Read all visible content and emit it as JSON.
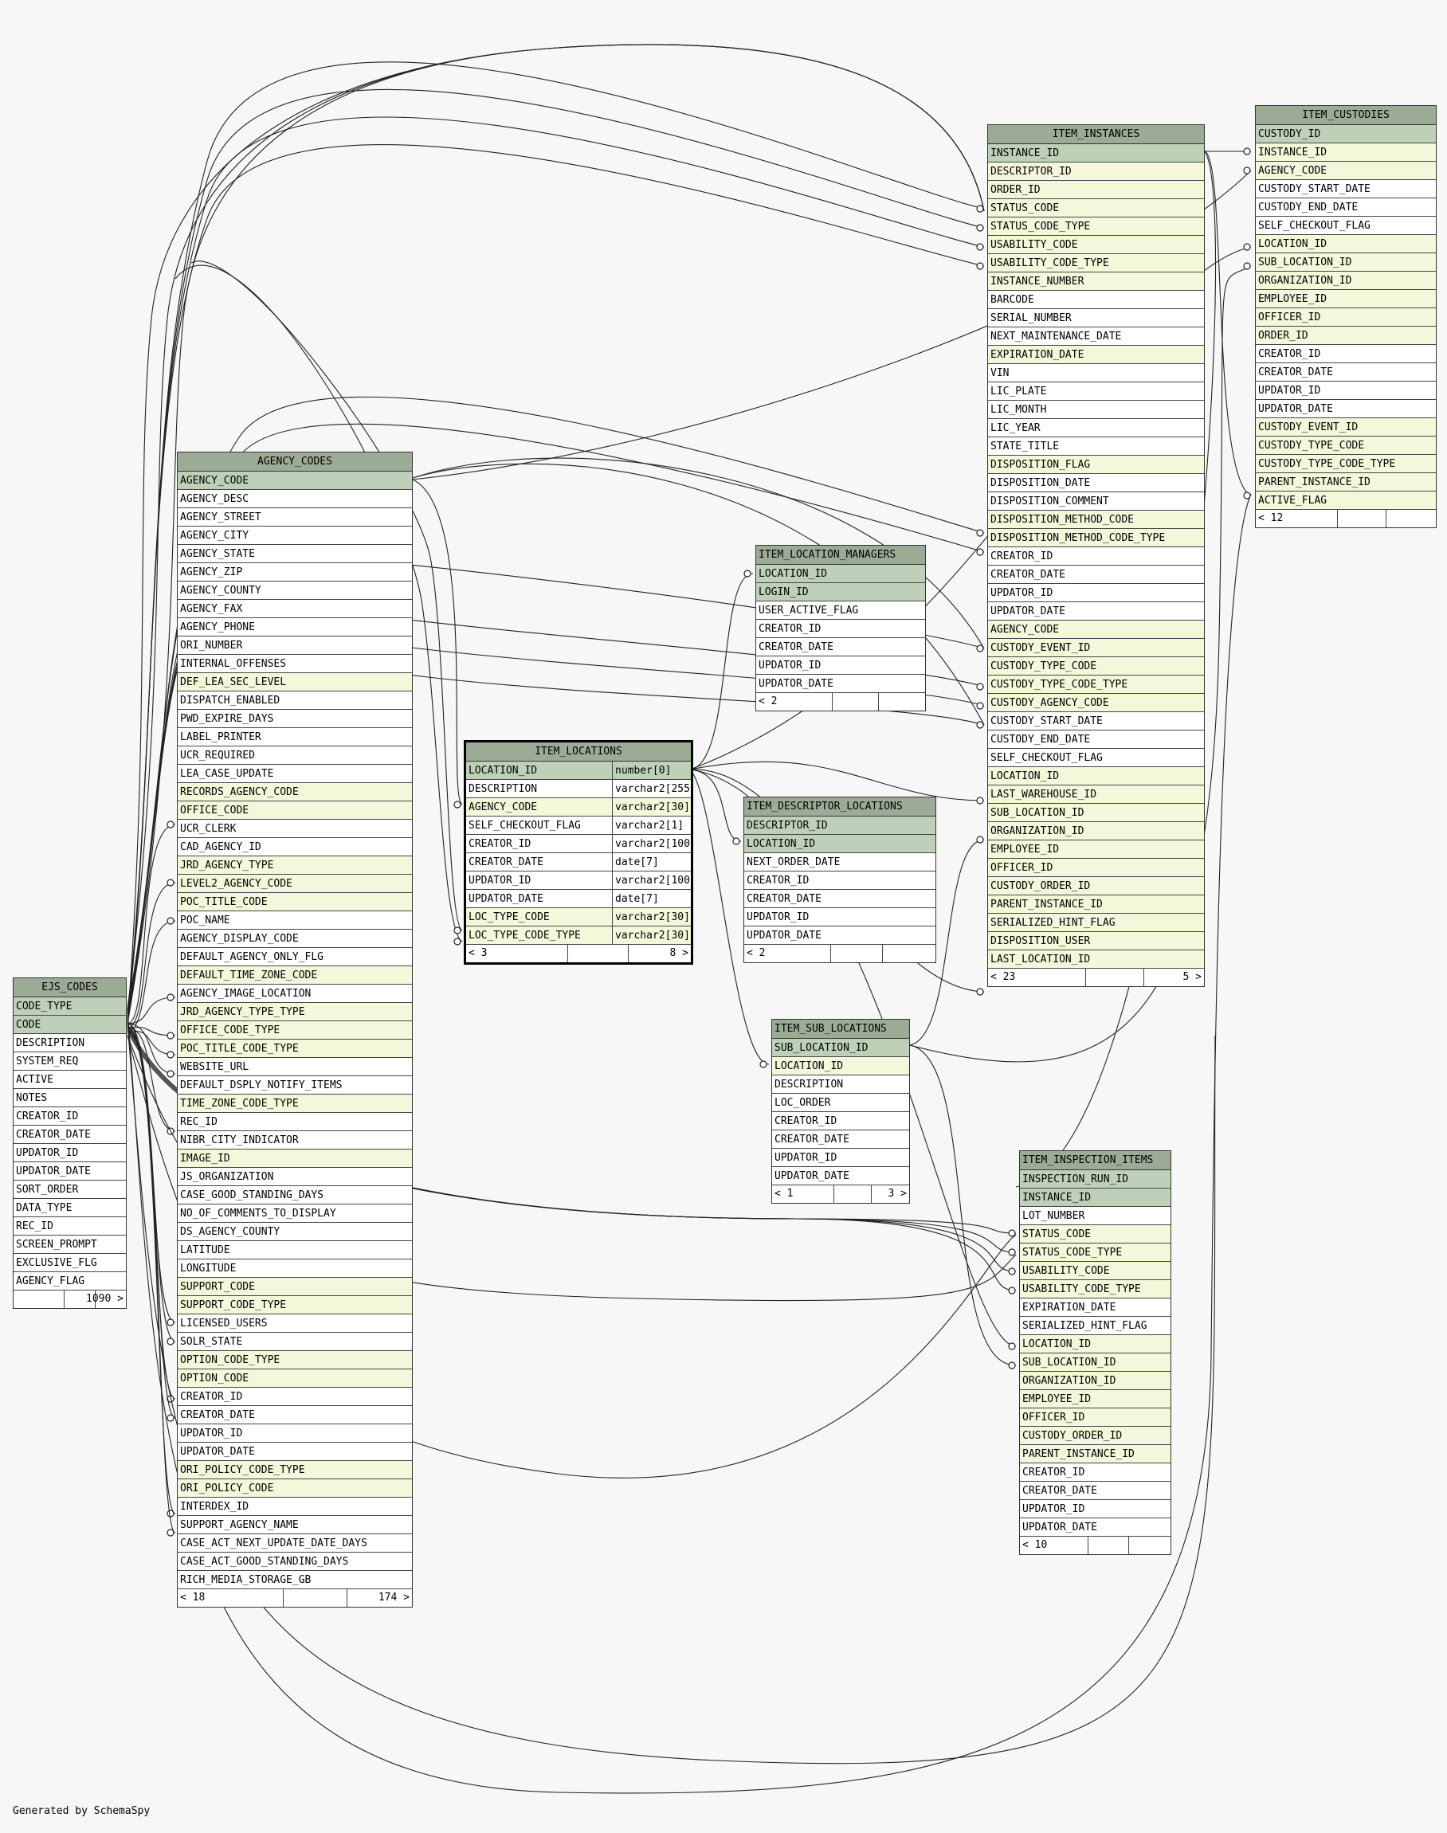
{
  "credit": "Generated by SchemaSpy",
  "tables": {
    "ejs_codes": {
      "title": "EJS_CODES",
      "columns": [
        {
          "name": "CODE_TYPE",
          "kind": "pk"
        },
        {
          "name": "CODE",
          "kind": "pk"
        },
        {
          "name": "DESCRIPTION",
          "kind": "plain"
        },
        {
          "name": "SYSTEM_REQ",
          "kind": "plain"
        },
        {
          "name": "ACTIVE",
          "kind": "plain"
        },
        {
          "name": "NOTES",
          "kind": "plain"
        },
        {
          "name": "CREATOR_ID",
          "kind": "plain"
        },
        {
          "name": "CREATOR_DATE",
          "kind": "plain"
        },
        {
          "name": "UPDATOR_ID",
          "kind": "plain"
        },
        {
          "name": "UPDATOR_DATE",
          "kind": "plain"
        },
        {
          "name": "SORT_ORDER",
          "kind": "plain"
        },
        {
          "name": "DATA_TYPE",
          "kind": "plain"
        },
        {
          "name": "REC_ID",
          "kind": "plain"
        },
        {
          "name": "SCREEN_PROMPT",
          "kind": "plain"
        },
        {
          "name": "EXCLUSIVE_FLG",
          "kind": "plain"
        },
        {
          "name": "AGENCY_FLAG",
          "kind": "plain"
        }
      ],
      "footer_left": "",
      "footer_right": "1090 >"
    },
    "agency_codes": {
      "title": "AGENCY_CODES",
      "columns": [
        {
          "name": "AGENCY_CODE",
          "kind": "pk"
        },
        {
          "name": "AGENCY_DESC",
          "kind": "plain"
        },
        {
          "name": "AGENCY_STREET",
          "kind": "plain"
        },
        {
          "name": "AGENCY_CITY",
          "kind": "plain"
        },
        {
          "name": "AGENCY_STATE",
          "kind": "plain"
        },
        {
          "name": "AGENCY_ZIP",
          "kind": "plain"
        },
        {
          "name": "AGENCY_COUNTY",
          "kind": "plain"
        },
        {
          "name": "AGENCY_FAX",
          "kind": "plain"
        },
        {
          "name": "AGENCY_PHONE",
          "kind": "plain"
        },
        {
          "name": "ORI_NUMBER",
          "kind": "plain"
        },
        {
          "name": "INTERNAL_OFFENSES",
          "kind": "plain"
        },
        {
          "name": "DEF_LEA_SEC_LEVEL",
          "kind": "fk"
        },
        {
          "name": "DISPATCH_ENABLED",
          "kind": "plain"
        },
        {
          "name": "PWD_EXPIRE_DAYS",
          "kind": "plain"
        },
        {
          "name": "LABEL_PRINTER",
          "kind": "plain"
        },
        {
          "name": "UCR_REQUIRED",
          "kind": "plain"
        },
        {
          "name": "LEA_CASE_UPDATE",
          "kind": "plain"
        },
        {
          "name": "RECORDS_AGENCY_CODE",
          "kind": "fk"
        },
        {
          "name": "OFFICE_CODE",
          "kind": "fk"
        },
        {
          "name": "UCR_CLERK",
          "kind": "plain"
        },
        {
          "name": "CAD_AGENCY_ID",
          "kind": "plain"
        },
        {
          "name": "JRD_AGENCY_TYPE",
          "kind": "fk"
        },
        {
          "name": "LEVEL2_AGENCY_CODE",
          "kind": "fk"
        },
        {
          "name": "POC_TITLE_CODE",
          "kind": "fk"
        },
        {
          "name": "POC_NAME",
          "kind": "plain"
        },
        {
          "name": "AGENCY_DISPLAY_CODE",
          "kind": "plain"
        },
        {
          "name": "DEFAULT_AGENCY_ONLY_FLG",
          "kind": "plain"
        },
        {
          "name": "DEFAULT_TIME_ZONE_CODE",
          "kind": "fk"
        },
        {
          "name": "AGENCY_IMAGE_LOCATION",
          "kind": "plain"
        },
        {
          "name": "JRD_AGENCY_TYPE_TYPE",
          "kind": "fk"
        },
        {
          "name": "OFFICE_CODE_TYPE",
          "kind": "fk"
        },
        {
          "name": "POC_TITLE_CODE_TYPE",
          "kind": "fk"
        },
        {
          "name": "WEBSITE_URL",
          "kind": "plain"
        },
        {
          "name": "DEFAULT_DSPLY_NOTIFY_ITEMS",
          "kind": "plain"
        },
        {
          "name": "TIME_ZONE_CODE_TYPE",
          "kind": "fk"
        },
        {
          "name": "REC_ID",
          "kind": "plain"
        },
        {
          "name": "NIBR_CITY_INDICATOR",
          "kind": "plain"
        },
        {
          "name": "IMAGE_ID",
          "kind": "fk"
        },
        {
          "name": "JS_ORGANIZATION",
          "kind": "plain"
        },
        {
          "name": "CASE_GOOD_STANDING_DAYS",
          "kind": "plain"
        },
        {
          "name": "NO_OF_COMMENTS_TO_DISPLAY",
          "kind": "plain"
        },
        {
          "name": "DS_AGENCY_COUNTY",
          "kind": "plain"
        },
        {
          "name": "LATITUDE",
          "kind": "plain"
        },
        {
          "name": "LONGITUDE",
          "kind": "plain"
        },
        {
          "name": "SUPPORT_CODE",
          "kind": "fk"
        },
        {
          "name": "SUPPORT_CODE_TYPE",
          "kind": "fk"
        },
        {
          "name": "LICENSED_USERS",
          "kind": "plain"
        },
        {
          "name": "SOLR_STATE",
          "kind": "plain"
        },
        {
          "name": "OPTION_CODE_TYPE",
          "kind": "fk"
        },
        {
          "name": "OPTION_CODE",
          "kind": "fk"
        },
        {
          "name": "CREATOR_ID",
          "kind": "plain"
        },
        {
          "name": "CREATOR_DATE",
          "kind": "plain"
        },
        {
          "name": "UPDATOR_ID",
          "kind": "plain"
        },
        {
          "name": "UPDATOR_DATE",
          "kind": "plain"
        },
        {
          "name": "ORI_POLICY_CODE_TYPE",
          "kind": "fk"
        },
        {
          "name": "ORI_POLICY_CODE",
          "kind": "fk"
        },
        {
          "name": "INTERDEX_ID",
          "kind": "plain"
        },
        {
          "name": "SUPPORT_AGENCY_NAME",
          "kind": "plain"
        },
        {
          "name": "CASE_ACT_NEXT_UPDATE_DATE_DAYS",
          "kind": "plain"
        },
        {
          "name": "CASE_ACT_GOOD_STANDING_DAYS",
          "kind": "plain"
        },
        {
          "name": "RICH_MEDIA_STORAGE_GB",
          "kind": "plain"
        }
      ],
      "footer_left": "< 18",
      "footer_right": "174 >"
    },
    "item_locations": {
      "title": "ITEM_LOCATIONS",
      "columns": [
        {
          "name": "LOCATION_ID",
          "kind": "pk",
          "type": "number[0]"
        },
        {
          "name": "DESCRIPTION",
          "kind": "plain",
          "type": "varchar2[255]"
        },
        {
          "name": "AGENCY_CODE",
          "kind": "fk",
          "type": "varchar2[30]"
        },
        {
          "name": "SELF_CHECKOUT_FLAG",
          "kind": "plain",
          "type": "varchar2[1]"
        },
        {
          "name": "CREATOR_ID",
          "kind": "plain",
          "type": "varchar2[100]"
        },
        {
          "name": "CREATOR_DATE",
          "kind": "plain",
          "type": "date[7]"
        },
        {
          "name": "UPDATOR_ID",
          "kind": "plain",
          "type": "varchar2[100]"
        },
        {
          "name": "UPDATOR_DATE",
          "kind": "plain",
          "type": "date[7]"
        },
        {
          "name": "LOC_TYPE_CODE",
          "kind": "fk",
          "type": "varchar2[30]"
        },
        {
          "name": "LOC_TYPE_CODE_TYPE",
          "kind": "fk",
          "type": "varchar2[30]"
        }
      ],
      "footer_left": "< 3",
      "footer_right": "8 >"
    },
    "item_location_managers": {
      "title": "ITEM_LOCATION_MANAGERS",
      "columns": [
        {
          "name": "LOCATION_ID",
          "kind": "pk"
        },
        {
          "name": "LOGIN_ID",
          "kind": "pk"
        },
        {
          "name": "USER_ACTIVE_FLAG",
          "kind": "plain"
        },
        {
          "name": "CREATOR_ID",
          "kind": "plain"
        },
        {
          "name": "CREATOR_DATE",
          "kind": "plain"
        },
        {
          "name": "UPDATOR_ID",
          "kind": "plain"
        },
        {
          "name": "UPDATOR_DATE",
          "kind": "plain"
        }
      ],
      "footer_left": "< 2",
      "footer_right": ""
    },
    "item_descriptor_locations": {
      "title": "ITEM_DESCRIPTOR_LOCATIONS",
      "columns": [
        {
          "name": "DESCRIPTOR_ID",
          "kind": "pk"
        },
        {
          "name": "LOCATION_ID",
          "kind": "pk"
        },
        {
          "name": "NEXT_ORDER_DATE",
          "kind": "plain"
        },
        {
          "name": "CREATOR_ID",
          "kind": "plain"
        },
        {
          "name": "CREATOR_DATE",
          "kind": "plain"
        },
        {
          "name": "UPDATOR_ID",
          "kind": "plain"
        },
        {
          "name": "UPDATOR_DATE",
          "kind": "plain"
        }
      ],
      "footer_left": "< 2",
      "footer_right": ""
    },
    "item_sub_locations": {
      "title": "ITEM_SUB_LOCATIONS",
      "columns": [
        {
          "name": "SUB_LOCATION_ID",
          "kind": "pk"
        },
        {
          "name": "LOCATION_ID",
          "kind": "fk"
        },
        {
          "name": "DESCRIPTION",
          "kind": "plain"
        },
        {
          "name": "LOC_ORDER",
          "kind": "plain"
        },
        {
          "name": "CREATOR_ID",
          "kind": "plain"
        },
        {
          "name": "CREATOR_DATE",
          "kind": "plain"
        },
        {
          "name": "UPDATOR_ID",
          "kind": "plain"
        },
        {
          "name": "UPDATOR_DATE",
          "kind": "plain"
        }
      ],
      "footer_left": "< 1",
      "footer_right": "3 >"
    },
    "item_instances": {
      "title": "ITEM_INSTANCES",
      "columns": [
        {
          "name": "INSTANCE_ID",
          "kind": "pk"
        },
        {
          "name": "DESCRIPTOR_ID",
          "kind": "fk"
        },
        {
          "name": "ORDER_ID",
          "kind": "fk"
        },
        {
          "name": "STATUS_CODE",
          "kind": "fk"
        },
        {
          "name": "STATUS_CODE_TYPE",
          "kind": "fk"
        },
        {
          "name": "USABILITY_CODE",
          "kind": "fk"
        },
        {
          "name": "USABILITY_CODE_TYPE",
          "kind": "fk"
        },
        {
          "name": "INSTANCE_NUMBER",
          "kind": "fk"
        },
        {
          "name": "BARCODE",
          "kind": "plain"
        },
        {
          "name": "SERIAL_NUMBER",
          "kind": "plain"
        },
        {
          "name": "NEXT_MAINTENANCE_DATE",
          "kind": "plain"
        },
        {
          "name": "EXPIRATION_DATE",
          "kind": "fk"
        },
        {
          "name": "VIN",
          "kind": "plain"
        },
        {
          "name": "LIC_PLATE",
          "kind": "plain"
        },
        {
          "name": "LIC_MONTH",
          "kind": "plain"
        },
        {
          "name": "LIC_YEAR",
          "kind": "plain"
        },
        {
          "name": "STATE_TITLE",
          "kind": "plain"
        },
        {
          "name": "DISPOSITION_FLAG",
          "kind": "fk"
        },
        {
          "name": "DISPOSITION_DATE",
          "kind": "plain"
        },
        {
          "name": "DISPOSITION_COMMENT",
          "kind": "plain"
        },
        {
          "name": "DISPOSITION_METHOD_CODE",
          "kind": "fk"
        },
        {
          "name": "DISPOSITION_METHOD_CODE_TYPE",
          "kind": "fk"
        },
        {
          "name": "CREATOR_ID",
          "kind": "plain"
        },
        {
          "name": "CREATOR_DATE",
          "kind": "plain"
        },
        {
          "name": "UPDATOR_ID",
          "kind": "plain"
        },
        {
          "name": "UPDATOR_DATE",
          "kind": "plain"
        },
        {
          "name": "AGENCY_CODE",
          "kind": "fk"
        },
        {
          "name": "CUSTODY_EVENT_ID",
          "kind": "fk"
        },
        {
          "name": "CUSTODY_TYPE_CODE",
          "kind": "fk"
        },
        {
          "name": "CUSTODY_TYPE_CODE_TYPE",
          "kind": "fk"
        },
        {
          "name": "CUSTODY_AGENCY_CODE",
          "kind": "fk"
        },
        {
          "name": "CUSTODY_START_DATE",
          "kind": "plain"
        },
        {
          "name": "CUSTODY_END_DATE",
          "kind": "plain"
        },
        {
          "name": "SELF_CHECKOUT_FLAG",
          "kind": "plain"
        },
        {
          "name": "LOCATION_ID",
          "kind": "fk"
        },
        {
          "name": "LAST_WAREHOUSE_ID",
          "kind": "fk"
        },
        {
          "name": "SUB_LOCATION_ID",
          "kind": "fk"
        },
        {
          "name": "ORGANIZATION_ID",
          "kind": "fk"
        },
        {
          "name": "EMPLOYEE_ID",
          "kind": "fk"
        },
        {
          "name": "OFFICER_ID",
          "kind": "fk"
        },
        {
          "name": "CUSTODY_ORDER_ID",
          "kind": "fk"
        },
        {
          "name": "PARENT_INSTANCE_ID",
          "kind": "fk"
        },
        {
          "name": "SERIALIZED_HINT_FLAG",
          "kind": "fk"
        },
        {
          "name": "DISPOSITION_USER",
          "kind": "fk"
        },
        {
          "name": "LAST_LOCATION_ID",
          "kind": "fk"
        }
      ],
      "footer_left": "< 23",
      "footer_right": "5 >"
    },
    "item_custodies": {
      "title": "ITEM_CUSTODIES",
      "columns": [
        {
          "name": "CUSTODY_ID",
          "kind": "pk"
        },
        {
          "name": "INSTANCE_ID",
          "kind": "fk"
        },
        {
          "name": "AGENCY_CODE",
          "kind": "fk"
        },
        {
          "name": "CUSTODY_START_DATE",
          "kind": "plain"
        },
        {
          "name": "CUSTODY_END_DATE",
          "kind": "plain"
        },
        {
          "name": "SELF_CHECKOUT_FLAG",
          "kind": "plain"
        },
        {
          "name": "LOCATION_ID",
          "kind": "fk"
        },
        {
          "name": "SUB_LOCATION_ID",
          "kind": "fk"
        },
        {
          "name": "ORGANIZATION_ID",
          "kind": "fk"
        },
        {
          "name": "EMPLOYEE_ID",
          "kind": "fk"
        },
        {
          "name": "OFFICER_ID",
          "kind": "fk"
        },
        {
          "name": "ORDER_ID",
          "kind": "fk"
        },
        {
          "name": "CREATOR_ID",
          "kind": "plain"
        },
        {
          "name": "CREATOR_DATE",
          "kind": "plain"
        },
        {
          "name": "UPDATOR_ID",
          "kind": "plain"
        },
        {
          "name": "UPDATOR_DATE",
          "kind": "plain"
        },
        {
          "name": "CUSTODY_EVENT_ID",
          "kind": "fk"
        },
        {
          "name": "CUSTODY_TYPE_CODE",
          "kind": "fk"
        },
        {
          "name": "CUSTODY_TYPE_CODE_TYPE",
          "kind": "fk"
        },
        {
          "name": "PARENT_INSTANCE_ID",
          "kind": "fk"
        },
        {
          "name": "ACTIVE_FLAG",
          "kind": "fk"
        }
      ],
      "footer_left": "< 12",
      "footer_right": ""
    },
    "item_inspection_items": {
      "title": "ITEM_INSPECTION_ITEMS",
      "columns": [
        {
          "name": "INSPECTION_RUN_ID",
          "kind": "pk"
        },
        {
          "name": "INSTANCE_ID",
          "kind": "pk"
        },
        {
          "name": "LOT_NUMBER",
          "kind": "plain"
        },
        {
          "name": "STATUS_CODE",
          "kind": "fk"
        },
        {
          "name": "STATUS_CODE_TYPE",
          "kind": "fk"
        },
        {
          "name": "USABILITY_CODE",
          "kind": "fk"
        },
        {
          "name": "USABILITY_CODE_TYPE",
          "kind": "fk"
        },
        {
          "name": "EXPIRATION_DATE",
          "kind": "plain"
        },
        {
          "name": "SERIALIZED_HINT_FLAG",
          "kind": "plain"
        },
        {
          "name": "LOCATION_ID",
          "kind": "fk"
        },
        {
          "name": "SUB_LOCATION_ID",
          "kind": "fk"
        },
        {
          "name": "ORGANIZATION_ID",
          "kind": "fk"
        },
        {
          "name": "EMPLOYEE_ID",
          "kind": "fk"
        },
        {
          "name": "OFFICER_ID",
          "kind": "fk"
        },
        {
          "name": "CUSTODY_ORDER_ID",
          "kind": "fk"
        },
        {
          "name": "PARENT_INSTANCE_ID",
          "kind": "fk"
        },
        {
          "name": "CREATOR_ID",
          "kind": "plain"
        },
        {
          "name": "CREATOR_DATE",
          "kind": "plain"
        },
        {
          "name": "UPDATOR_ID",
          "kind": "plain"
        },
        {
          "name": "UPDATOR_DATE",
          "kind": "plain"
        }
      ],
      "footer_left": "< 10",
      "footer_right": ""
    }
  }
}
